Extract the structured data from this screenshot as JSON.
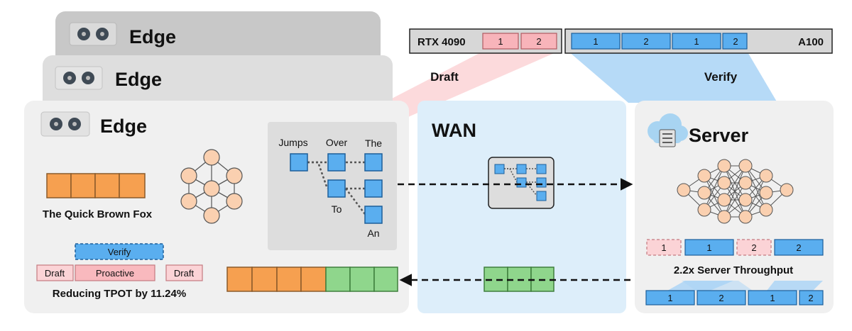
{
  "edge_stack": {
    "back_label": "Edge",
    "mid_label": "Edge",
    "front_label": "Edge"
  },
  "devices": {
    "rtx_label": "RTX 4090",
    "rtx_draft_slots": [
      "1",
      "2"
    ],
    "a100_label": "A100",
    "a100_verify_slots": [
      "1",
      "2",
      "1",
      "2"
    ]
  },
  "flows": {
    "draft_label": "Draft",
    "verify_label": "Verify"
  },
  "edge": {
    "input_sentence": "The Quick Brown Fox",
    "token_tree": {
      "jumps": "Jumps",
      "over": "Over",
      "the": "The",
      "to": "To",
      "an": "An"
    },
    "timeline": {
      "verify": "Verify",
      "draft_left": "Draft",
      "proactive": "Proactive",
      "draft_right": "Draft"
    },
    "tpot_text": "Reducing TPOT by 11.24%"
  },
  "wan": {
    "label": "WAN"
  },
  "server": {
    "label": "Server",
    "schedule_row": [
      "1",
      "1",
      "2",
      "2"
    ],
    "throughput_text": "2.2x Server Throughput",
    "batched_row": [
      "1",
      "2",
      "1",
      "2"
    ]
  },
  "colors": {
    "draft_pink": "#f8c4c8",
    "verify_blue": "#5aaeef",
    "accepted_green": "#8fd68c",
    "token_orange": "#f6a050",
    "node_peach": "#fad0b0",
    "wan_bg": "#ddeefa",
    "panel_gray": "#f0f0f0"
  }
}
